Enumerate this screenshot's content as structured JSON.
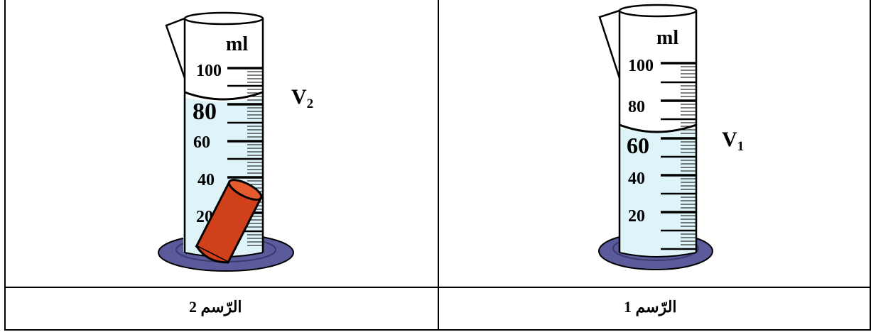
{
  "left_panel": {
    "unit": "ml",
    "ticks": [
      "100",
      "80",
      "60",
      "40",
      "20"
    ],
    "volume_label": "V",
    "volume_sub": "2",
    "caption_word": "الرّسم",
    "caption_number": "2"
  },
  "right_panel": {
    "unit": "ml",
    "ticks": [
      "100",
      "80",
      "60",
      "40",
      "20"
    ],
    "volume_label": "V",
    "volume_sub": "1",
    "caption_word": "الرّسم",
    "caption_number": "1"
  },
  "colors": {
    "liquid": "#dff4f8",
    "base": "#5b5b9c",
    "base_ring": "#3a3a6e",
    "object": "#d0401a"
  }
}
